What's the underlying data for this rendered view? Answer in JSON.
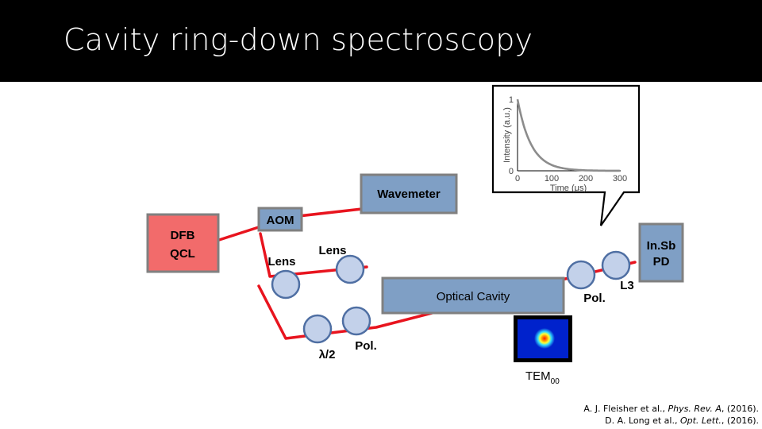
{
  "slide": {
    "title": "Cavity ring-down spectroscopy"
  },
  "components": {
    "laser": {
      "line1": "DFB",
      "line2": "QCL"
    },
    "aom": "AOM",
    "wavemeter": "Wavemeter",
    "lens_1": "Lens",
    "lens_2": "Lens",
    "half_wave_plate": "λ/2",
    "polarizer_1": "Pol.",
    "cavity": "Optical Cavity",
    "polarizer_2": "Pol.",
    "lens_3": "L3",
    "detector": {
      "line1": "In.Sb",
      "line2": "PD"
    },
    "mode_label": "TEM",
    "mode_subscript": "00"
  },
  "inset_plot": {
    "type": "line",
    "xlabel": "Time (μs)",
    "ylabel": "Intensity (a.u.)",
    "x_ticks": [
      "0",
      "100",
      "200",
      "300"
    ],
    "y_ticks": [
      "0",
      "1"
    ],
    "xlim": [
      0,
      300
    ],
    "ylim": [
      0,
      1
    ],
    "decay_time_constant": 40
  },
  "colors": {
    "beam": "#e8141e",
    "laser_box": "#f26b6b",
    "component_box": "#7f9fc5",
    "box_border": "#808080",
    "optic_fill": "#c3d1ea",
    "optic_border": "#4f6fa3",
    "decay_curve": "#8c8c8c"
  },
  "references": [
    {
      "authors": "A. J. Fleisher et al., ",
      "journal": "Phys. Rev. A",
      "year": ", (2016)."
    },
    {
      "authors": "D. A. Long et al., ",
      "journal": "Opt. Lett.",
      "year": ", (2016)."
    }
  ]
}
